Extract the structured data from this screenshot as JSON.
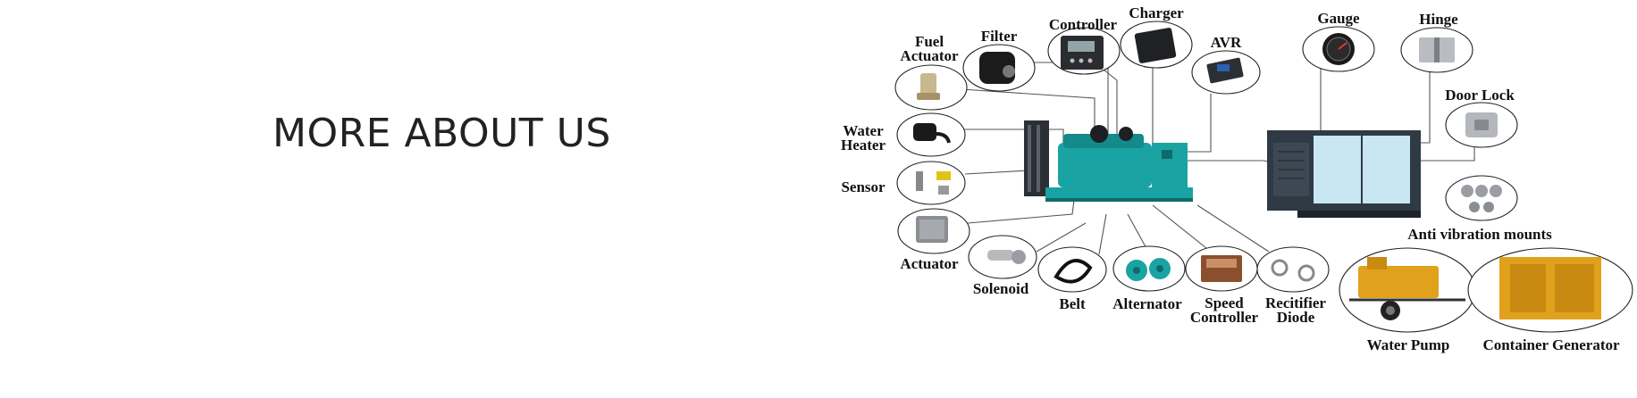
{
  "heading": "MORE ABOUT US",
  "parts": {
    "fuel_actuator_1": "Fuel",
    "fuel_actuator_2": "Actuator",
    "filter": "Filter",
    "controller": "Controller",
    "charger": "Charger",
    "avr": "AVR",
    "water_heater_1": "Water",
    "water_heater_2": "Heater",
    "sensor": "Sensor",
    "actuator": "Actuator",
    "solenoid": "Solenoid",
    "belt": "Belt",
    "alternator": "Alternator",
    "speed_controller_1": "Speed",
    "speed_controller_2": "Controller",
    "rectifier_diode_1": "Recitifier",
    "rectifier_diode_2": "Diode",
    "gauge": "Gauge",
    "hinge": "Hinge",
    "door_lock": "Door Lock",
    "anti_vibration": "Anti vibration mounts",
    "water_pump": "Water Pump",
    "container_generator": "Container Generator"
  },
  "colors": {
    "genset_teal": "#1aa3a3",
    "genset_dark": "#2f3a44",
    "yellow_equipment": "#e1a11c",
    "silent_panel": "#c9e6f3"
  }
}
